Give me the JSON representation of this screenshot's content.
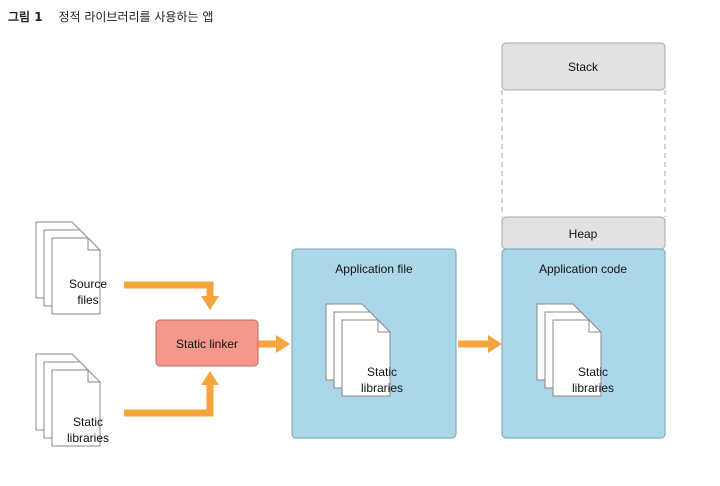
{
  "caption": {
    "figure_number": "그림 1",
    "title": "정적 라이브러리를 사용하는 앱"
  },
  "source_files": {
    "line1": "Source",
    "line2": "files"
  },
  "input_static_libraries": {
    "line1": "Static",
    "line2": "libraries"
  },
  "static_linker": {
    "label": "Static linker"
  },
  "application_file": {
    "title": "Application file",
    "inner_doc": {
      "line1": "Static",
      "line2": "libraries"
    }
  },
  "memory": {
    "stack": "Stack",
    "heap": "Heap",
    "application_code": {
      "title": "Application code",
      "inner_doc": {
        "line1": "Static",
        "line2": "libraries"
      }
    }
  },
  "colors": {
    "arrow": "#f6a43c",
    "linker_fill": "#f5978a",
    "linker_stroke": "#c4685c",
    "app_fill": "#acd7e8",
    "app_stroke": "#6fa2b8",
    "memory_gray": "#e2e2e2",
    "gray_stroke": "#a8a8a8"
  }
}
